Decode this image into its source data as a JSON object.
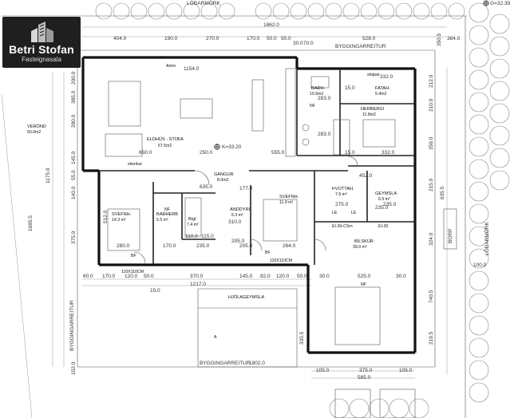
{
  "brand": {
    "name": "Betri Stofan",
    "tagline": "Fasteignasala"
  },
  "markers": {
    "gk": "G=32.39",
    "k_mark": "K=33.20"
  },
  "boundaries": {
    "top": "LÓÐARMÖRK",
    "right": "LÓÐARMÖRK",
    "build_top": "BYGGINGARREITUR",
    "build_left": "BYGGINGARREITUR",
    "build_bottom": "BYGGINGARREITUR",
    "build_bottom_dim": "1802.0",
    "borp": "BORP"
  },
  "rooms": [
    {
      "id": "eldhus",
      "name": "ELDHÚS - STOFA",
      "area": "67.5m2"
    },
    {
      "id": "badh",
      "name": "BAÐH.",
      "area": "10.9m2"
    },
    {
      "id": "fatah",
      "name": "FATAH.",
      "area": "5.4m2"
    },
    {
      "id": "herbergi",
      "name": "HERBERGI",
      "area": "11.8m2"
    },
    {
      "id": "gangur",
      "name": "GANGUR",
      "area": "8.0m2"
    },
    {
      "id": "svefnh-left",
      "name": "SVEFNH.",
      "area": "14.3 m²"
    },
    {
      "id": "badherb",
      "name": "BAÐHERB",
      "area": "5.5 m²"
    },
    {
      "id": "bigl",
      "name": "Bígl",
      "area": "7.4 m²"
    },
    {
      "id": "anddyri",
      "name": "ANDDYRI",
      "area": "6.3 m²"
    },
    {
      "id": "svefnh-mid",
      "name": "SVEFNH.",
      "area": "11.9 m²"
    },
    {
      "id": "tvottah",
      "name": "ÞVOTTAH.",
      "area": "7.6 m²"
    },
    {
      "id": "geymsla",
      "name": "GEYMSLA",
      "area": "6.5 m²"
    },
    {
      "id": "bilskur",
      "name": "BÍLSKÚR",
      "area": "39.0 m²"
    }
  ],
  "terrace": {
    "name": "VERÖND",
    "area": "50.0m2"
  },
  "hjolageymsla": "HJÓLAGEYMSLA",
  "small_labels": {
    "arinn": "Arinn",
    "skenkur": "skenkur",
    "skapar": "skápar",
    "nf": "NF",
    "le": "LE",
    "window1": "110X110CM",
    "window2": "110X110CM",
    "section_a": "A",
    "door_code1": "EI-30-CSm",
    "door_code2": "EI-30",
    "bf": "BF"
  },
  "dims": {
    "top_total": "1862.0",
    "top_parts": [
      "404.0",
      "190.0",
      "270.0",
      "170.0",
      "50.0",
      "50.0",
      "30.0",
      "70.0",
      "528.0"
    ],
    "top_right_small": [
      "350.5",
      "384.0"
    ],
    "left_vertical": [
      "1175.0",
      "1695.5"
    ],
    "left_parts": [
      "280.0",
      "385.0",
      "512.0",
      "375.0",
      "145.0",
      "55.0",
      "140.0",
      "200.0"
    ],
    "right_parts": [
      "212.0",
      "210.0",
      "356.0",
      "215.0",
      "635.5",
      "324.0",
      "740.5",
      "219.5",
      "100.0"
    ],
    "bottom_parts": [
      "60.0",
      "170.0",
      "120.0",
      "50.0",
      "370.0",
      "145.0",
      "82.0",
      "120.0",
      "50.0"
    ],
    "bottom_total": "1217.0",
    "garage_bottom": [
      "105.0",
      "375.0",
      "105.0"
    ],
    "garage_total": "585.0",
    "garage_mid": [
      "30.0",
      "525.0",
      "30.0"
    ],
    "interior": [
      "1154.0",
      "650.0",
      "250.0",
      "555.0",
      "635.0",
      "283.0",
      "283.0",
      "15.0",
      "332.0",
      "332.0",
      "15.0",
      "452.0",
      "275.0",
      "235.0",
      "235.0",
      "310.0",
      "264.0",
      "205.0",
      "205.0",
      "110.0",
      "115.0",
      "170.0",
      "280.0",
      "177.0",
      "235.0",
      "335.5",
      "152.0",
      "15.0"
    ]
  }
}
